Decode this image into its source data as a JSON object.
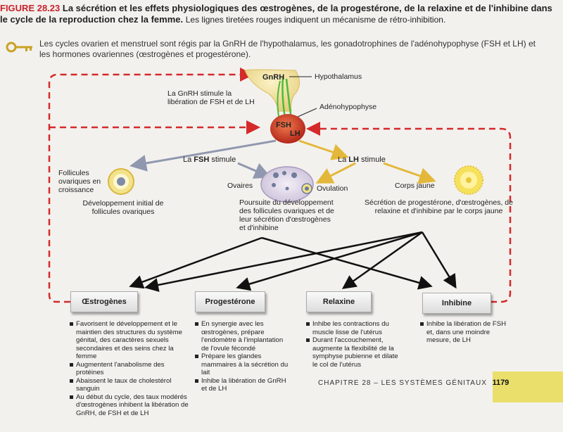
{
  "caption": {
    "figure": "FIGURE 28.23",
    "title": "La sécrétion et les effets physiologiques des œstrogènes, de la progestérone, de la relaxine et de l'inhibine dans le cycle de la reproduction chez la femme.",
    "rest": "Les lignes tiretées rouges indiquent un mécanisme de rétro-inhibition."
  },
  "key_note": "Les cycles ovarien et menstruel sont régis par la GnRH de l'hypothalamus, les gonadotrophines de l'adénohypophyse (FSH et LH) et les hormones ovariennes (œstrogènes et progestérone).",
  "icons": {
    "key": "key-icon",
    "hypothalamus": "brain-hypothalamus-icon",
    "follicle": "follicle-icon",
    "ovary": "ovary-icon",
    "corpus_luteum": "corpus-luteum-icon"
  },
  "colors": {
    "feedback": "#d42a2a",
    "fsh_arrow": "#8f98ae",
    "lh_arrow": "#e3b83a",
    "effect_arrow": "#111111",
    "page_tab": "#e9df6a"
  },
  "labels": {
    "gnrh": "GnRH",
    "hypothalamus": "Hypothalamus",
    "gnrh_stim": "La GnRH stimule la libération de FSH et de LH",
    "adenohypophyse": "Adénohypophyse",
    "fsh": "FSH",
    "lh": "LH",
    "fsh_stim_pre": "La ",
    "fsh_stim_bold": "FSH",
    "fsh_stim_post": " stimule",
    "lh_stim_pre": "La ",
    "lh_stim_bold": "LH",
    "lh_stim_post": " stimule",
    "follicules": "Follicules ovariques en croissance",
    "dev_initial": "Développement initial de follicules ovariques",
    "ovaires": "Ovaires",
    "ovulation": "Ovulation",
    "corps_jaune": "Corps jaune",
    "poursuite": "Poursuite du développement des follicules ovariques et de leur sécrétion d'œstrogènes et d'inhibine",
    "secretion_cj": "Sécrétion de progestérone, d'œstrogènes, de relaxine et d'inhibine par le corps jaune"
  },
  "hormones": [
    {
      "name": "Œstrogènes",
      "effects": [
        "Favorisent le développement et le maintien des structures du système génital, des caractères sexuels secondaires et des seins chez la femme",
        "Augmentent l'anabolisme des protéines",
        "Abaissent le taux de cholestérol sanguin",
        "Au début du cycle, des taux modérés d'œstrogènes inhibent la libération de GnRH, de FSH et de LH"
      ]
    },
    {
      "name": "Progestérone",
      "effects": [
        "En synergie avec les œstrogènes, prépare l'endomètre à l'implantation de l'ovule fécondé",
        "Prépare les glandes mammaires à la sécrétion du lait",
        "Inhibe la libération de GnRH et de LH"
      ]
    },
    {
      "name": "Relaxine",
      "effects": [
        "Inhibe les contractions du muscle lisse de l'utérus",
        "Durant l'accouchement, augmente la flexibilité de la symphyse pubienne et dilate le col de l'utérus"
      ]
    },
    {
      "name": "Inhibine",
      "effects": [
        "Inhibe la libération de FSH et, dans une moindre mesure, de LH"
      ]
    }
  ],
  "footer": {
    "chapter": "CHAPITRE 28 – LES SYSTÈMES GÉNITAUX",
    "page": "1179"
  }
}
